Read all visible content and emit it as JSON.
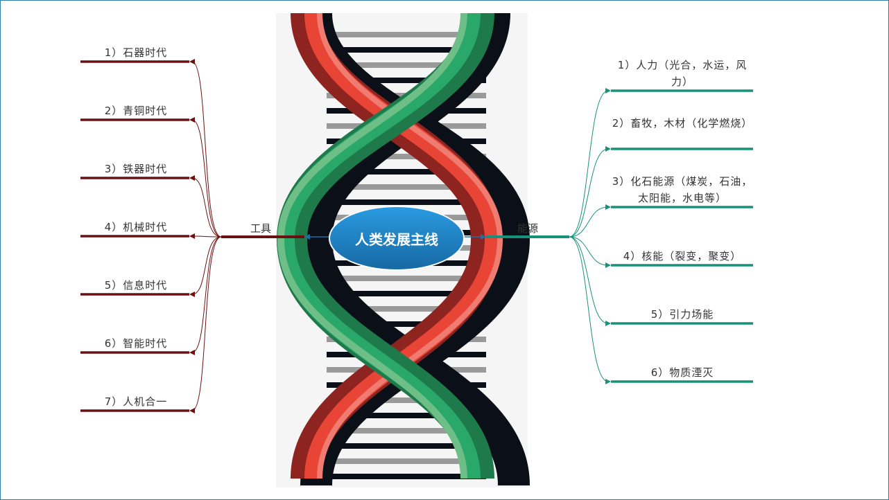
{
  "center": {
    "title": "人类发展主线"
  },
  "left_branch": {
    "label": "工具",
    "color": "#6b1010",
    "items": [
      "1）石器时代",
      "2）青铜时代",
      "3）铁器时代",
      "4）机械时代",
      "5）信息时代",
      "6）智能时代",
      "7）人机合一"
    ]
  },
  "right_branch": {
    "label": "能源",
    "color": "#17917a",
    "items": [
      "1）人力（光合，水运，风力）",
      "2）畜牧，木材（化学燃烧）",
      "3）化石能源（煤炭，石油，太阳能，水电等）",
      "4）核能（裂变，聚变）",
      "5）引力场能",
      "6）物质湮灭"
    ]
  }
}
